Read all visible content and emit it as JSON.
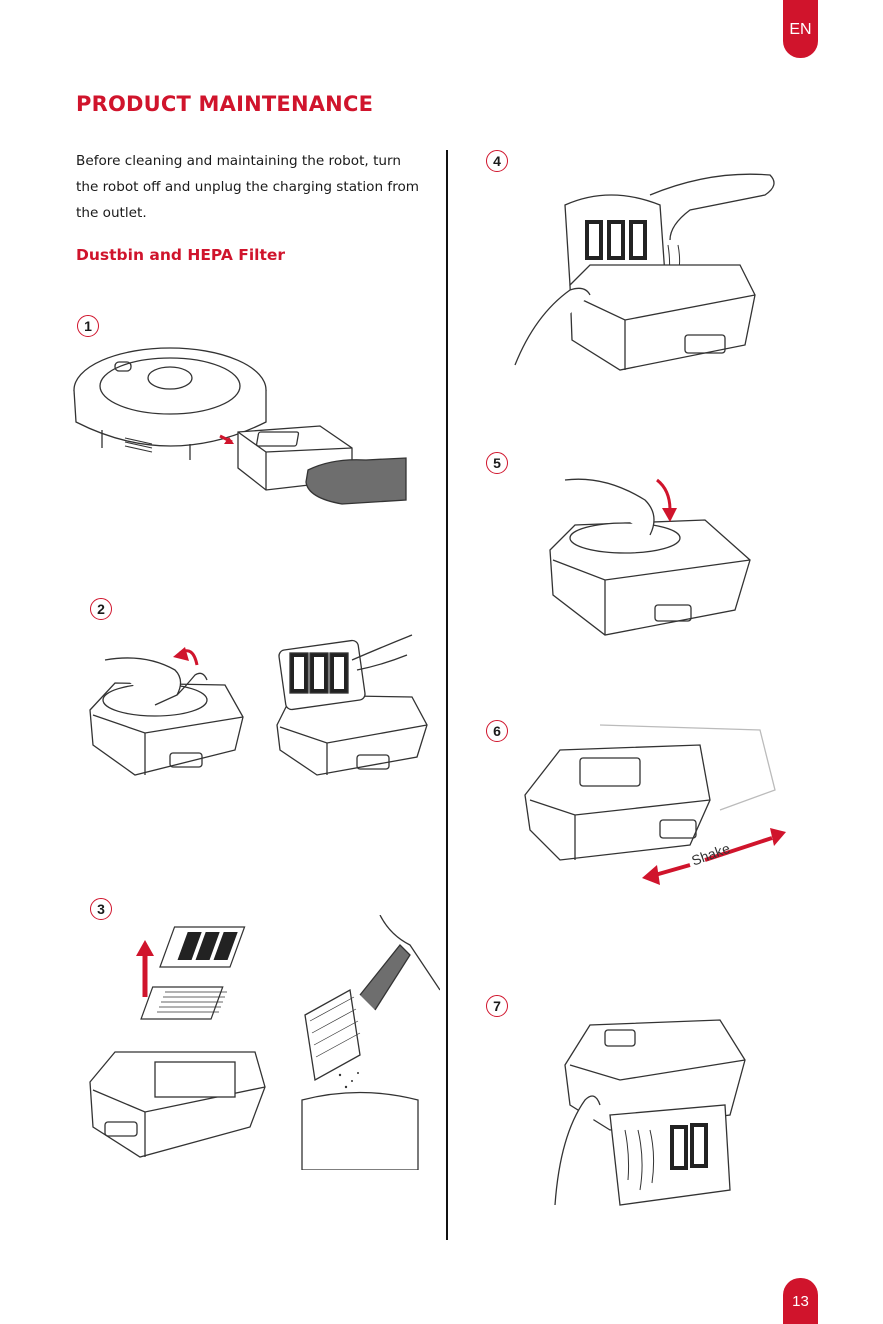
{
  "header": {
    "language_tab": "EN"
  },
  "title": "PRODUCT MAINTENANCE",
  "intro": "Before cleaning and maintaining the robot, turn the robot off and unplug the charging station from the outlet.",
  "section": {
    "title": "Dustbin and HEPA Filter"
  },
  "steps": [
    {
      "number": "1"
    },
    {
      "number": "2"
    },
    {
      "number": "3"
    },
    {
      "number": "4"
    },
    {
      "number": "5"
    },
    {
      "number": "6",
      "label": "Shake"
    },
    {
      "number": "7"
    }
  ],
  "footer": {
    "page_number": "13"
  },
  "colors": {
    "accent": "#d0142c",
    "line": "#333333",
    "hand": "#6e6e6e"
  }
}
